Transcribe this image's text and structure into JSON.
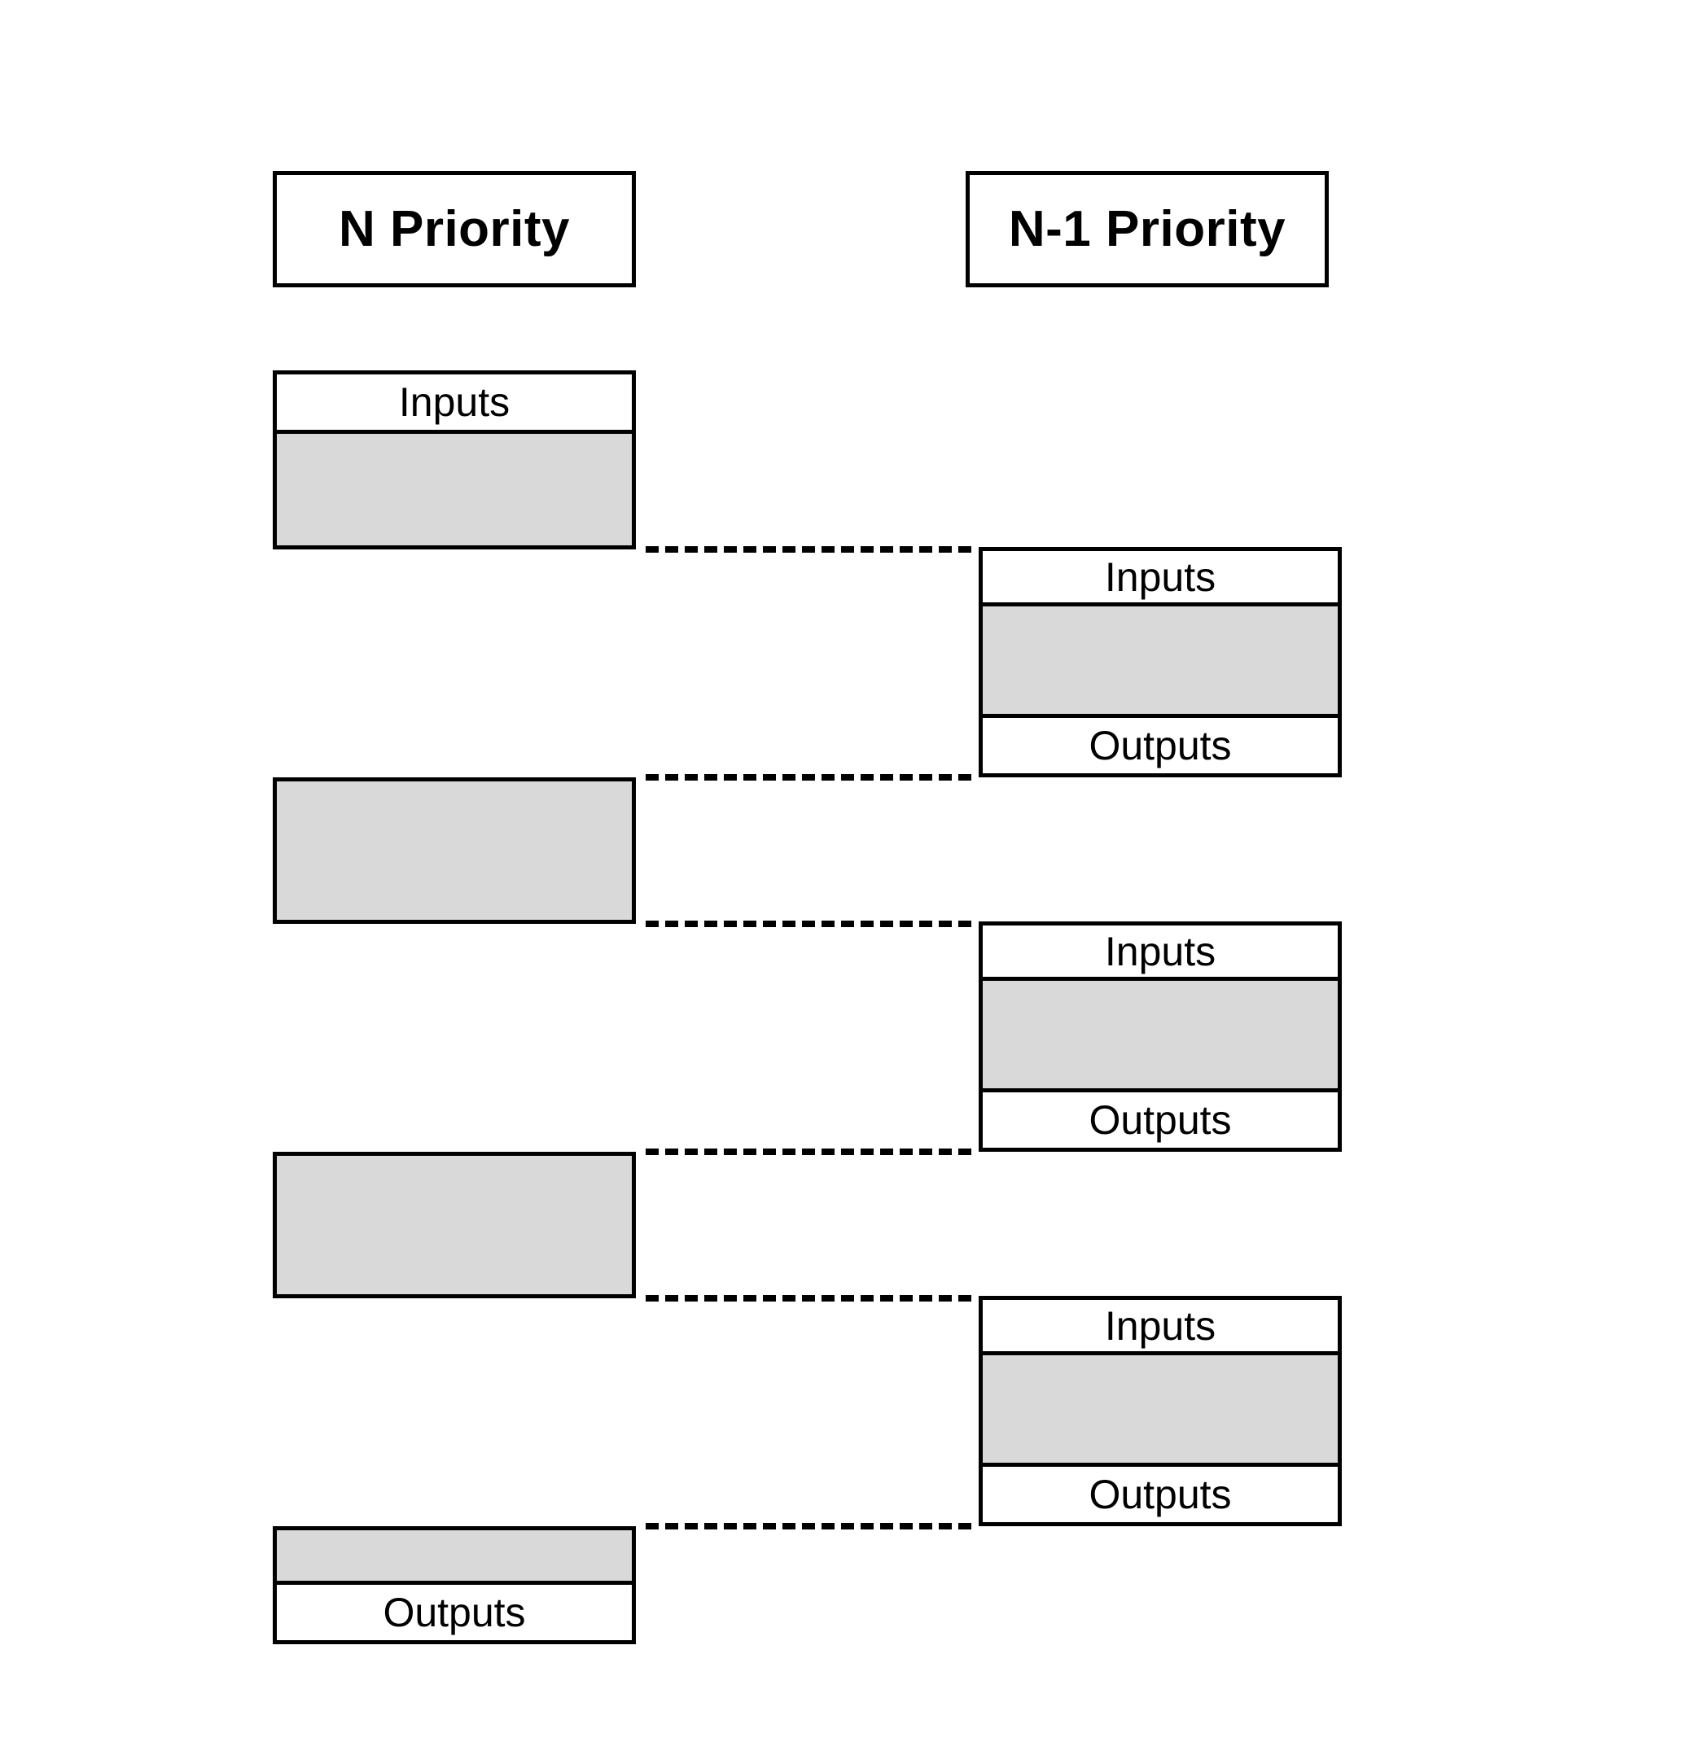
{
  "diagram": {
    "title_columns": {
      "left": "N Priority",
      "right": "N-1 Priority"
    },
    "labels": {
      "inputs": "Inputs",
      "outputs": "Outputs"
    },
    "colors": {
      "background": "#ffffff",
      "stroke": "#000000",
      "body_fill": "#d9d9d9",
      "header_fill": "#ffffff"
    },
    "left_column": {
      "header": "N Priority",
      "blocks": [
        {
          "id": "left-block-1",
          "input_label": "Inputs",
          "has_inputs": true,
          "has_outputs": false
        },
        {
          "id": "left-block-2",
          "has_inputs": false,
          "has_outputs": false
        },
        {
          "id": "left-block-3",
          "has_inputs": false,
          "has_outputs": false
        },
        {
          "id": "left-block-4",
          "output_label": "Outputs",
          "has_inputs": false,
          "has_outputs": true
        }
      ]
    },
    "right_column": {
      "header": "N-1 Priority",
      "blocks": [
        {
          "id": "right-block-1",
          "input_label": "Inputs",
          "output_label": "Outputs"
        },
        {
          "id": "right-block-2",
          "input_label": "Inputs",
          "output_label": "Outputs"
        },
        {
          "id": "right-block-3",
          "input_label": "Inputs",
          "output_label": "Outputs"
        }
      ]
    },
    "connectors": [
      {
        "id": "connector-1",
        "from": "left-block-1-bottom",
        "to": "right-block-1-top",
        "style": "dashed"
      },
      {
        "id": "connector-2",
        "from": "right-block-1-bottom",
        "to": "left-block-2-top",
        "style": "dashed"
      },
      {
        "id": "connector-3",
        "from": "left-block-2-bottom",
        "to": "right-block-2-top",
        "style": "dashed"
      },
      {
        "id": "connector-4",
        "from": "right-block-2-bottom",
        "to": "left-block-3-top",
        "style": "dashed"
      },
      {
        "id": "connector-5",
        "from": "left-block-3-bottom",
        "to": "right-block-3-top",
        "style": "dashed"
      },
      {
        "id": "connector-6",
        "from": "right-block-3-bottom",
        "to": "left-block-4-top",
        "style": "dashed"
      }
    ]
  }
}
